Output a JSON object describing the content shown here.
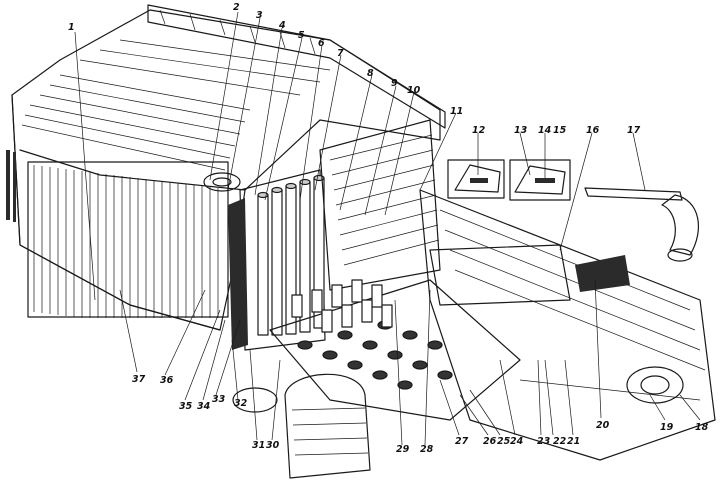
{
  "figure": {
    "type": "exploded technical line drawing",
    "line_color": "#1a1a1a",
    "background": "#ffffff"
  },
  "callouts": [
    "1",
    "2",
    "3",
    "4",
    "5",
    "6",
    "7",
    "8",
    "9",
    "10",
    "11",
    "12",
    "13",
    "14",
    "15",
    "16",
    "17",
    "18",
    "19",
    "20",
    "21",
    "22",
    "23",
    "24",
    "25",
    "26",
    "27",
    "28",
    "29",
    "30",
    "31",
    "32",
    "33",
    "34",
    "35",
    "36",
    "37"
  ]
}
